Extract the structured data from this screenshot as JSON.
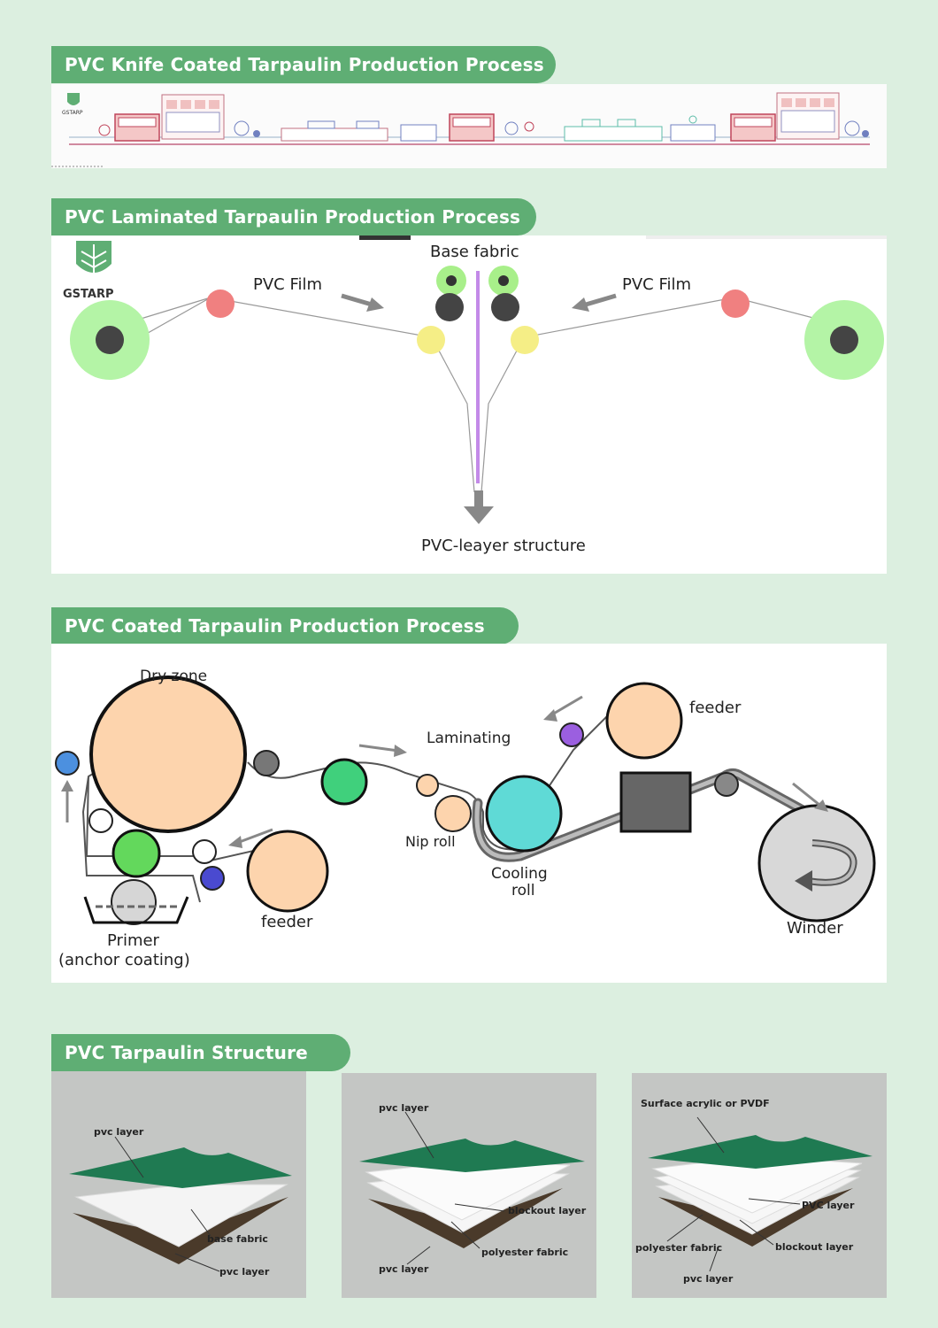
{
  "colors": {
    "page_bg": "#dcefe0",
    "tab_green": "#5fae74",
    "film_green": "#1f7a52",
    "fabric_brown": "#4a3a2a",
    "peach": "#fdd4ad",
    "cyan": "#5fdad6",
    "green_roll": "#63d85c",
    "purple": "#9b5fe0"
  },
  "sections": {
    "knife": {
      "title": "PVC Knife Coated Tarpaulin Production Process",
      "logo_text": "GSTARP"
    },
    "laminated": {
      "title": "PVC Laminated Tarpaulin Production Process",
      "logo_text": "GSTARP",
      "base_fabric": "Base fabric",
      "film_left": "PVC Film",
      "film_right": "PVC Film",
      "result": "PVC-leayer structure"
    },
    "coated": {
      "title": "PVC Coated Tarpaulin Production Process",
      "dry_zone": "Dry zone",
      "laminating": "Laminating",
      "feeder_top": "feeder",
      "feeder_bottom": "feeder",
      "nip_roll": "Nip roll",
      "cooling_roll_1": "Cooling",
      "cooling_roll_2": "roll",
      "primer_1": "Primer",
      "primer_2": "(anchor coating)",
      "winder": "Winder"
    },
    "structure": {
      "title": "PVC Tarpaulin Structure",
      "panels": [
        {
          "labels": [
            "pvc layer",
            "base fabric",
            "pvc layer"
          ]
        },
        {
          "labels": [
            "pvc layer",
            "blockout layer",
            "polyester fabric",
            "pvc layer"
          ]
        },
        {
          "labels": [
            "Surface acrylic or PVDF",
            "PVC layer",
            "polyester fabric",
            "blockout layer",
            "pvc layer"
          ]
        }
      ]
    }
  }
}
